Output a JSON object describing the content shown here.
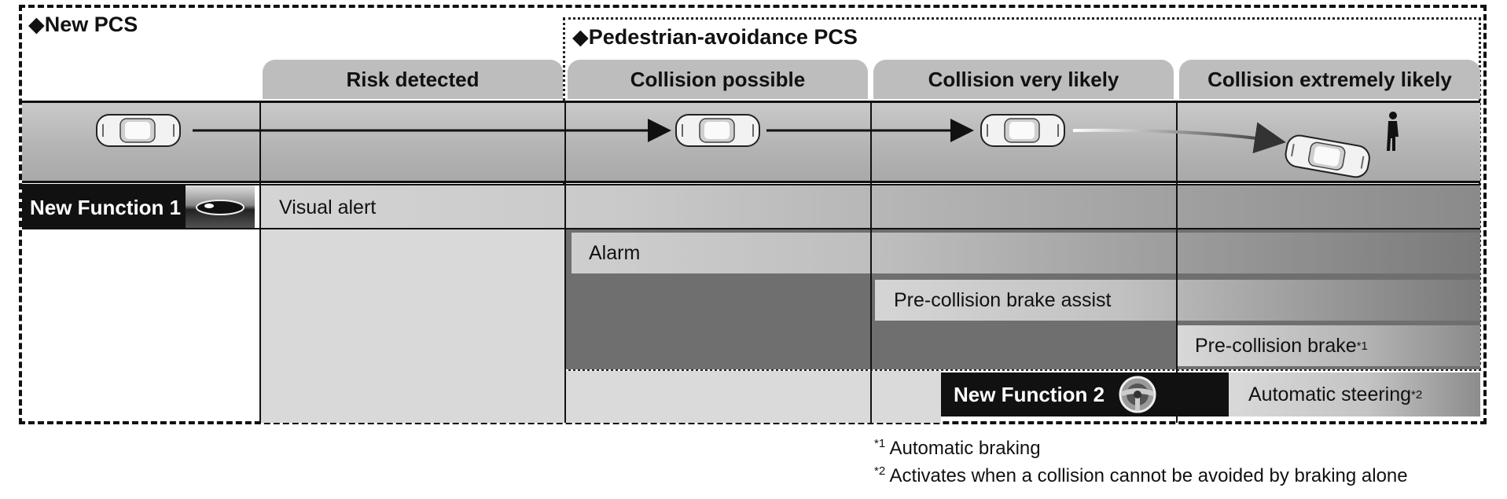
{
  "titles": {
    "new_pcs": "◆New PCS",
    "pedestrian_pcs": "◆Pedestrian-avoidance PCS"
  },
  "stages": [
    "Risk detected",
    "Collision possible",
    "Collision very likely",
    "Collision extremely likely"
  ],
  "functions": {
    "new_function_1": "New Function 1",
    "visual_alert": "Visual alert",
    "alarm": "Alarm",
    "brake_assist": "Pre-collision brake assist",
    "brake": "Pre-collision brake",
    "brake_mark": "*1",
    "new_function_2": "New Function 2",
    "steering": "Automatic steering",
    "steering_mark": "*2"
  },
  "footnotes": [
    {
      "mark": "*1",
      "text": "Automatic braking"
    },
    {
      "mark": "*2",
      "text": "Activates when a collision cannot be avoided by braking alone"
    }
  ],
  "icons": [
    "car-icon",
    "arrow-icon",
    "pedestrian-icon",
    "steering-wheel-icon",
    "mirror-icon"
  ]
}
